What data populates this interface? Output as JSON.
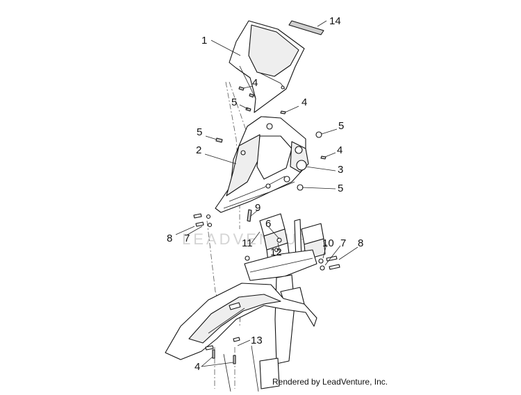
{
  "diagram": {
    "watermark_text": "LEADVENTURE",
    "credit": "Rendered by LeadVenture, Inc.",
    "callouts": {
      "c1": "1",
      "c2": "2",
      "c3": "3",
      "c4a": "4",
      "c4b": "4",
      "c4c": "4",
      "c4d": "4",
      "c5a": "5",
      "c5b": "5",
      "c5c": "5",
      "c5d": "5",
      "c6": "6",
      "c7a": "7",
      "c7b": "7",
      "c8a": "8",
      "c8b": "8",
      "c9": "9",
      "c10": "10",
      "c11": "11",
      "c12": "12",
      "c13": "13",
      "c14": "14"
    }
  }
}
